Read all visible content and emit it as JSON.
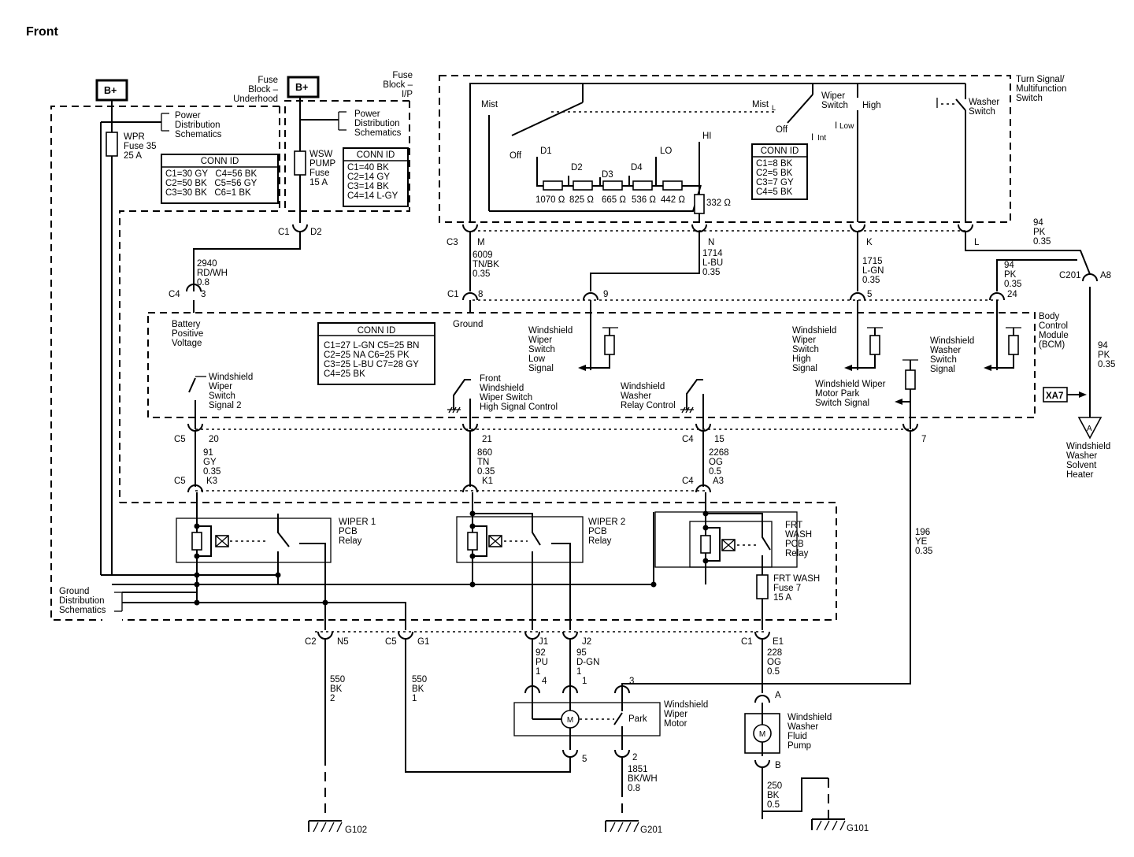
{
  "title": "Front",
  "labels": [
    {
      "id": "bplus-1",
      "text": "B+"
    },
    {
      "id": "bplus-2",
      "text": "B+"
    },
    {
      "id": "fuse-block-underhood",
      "lines": [
        "Fuse",
        "Block –",
        "Underhood"
      ]
    },
    {
      "id": "fuse-block-ip",
      "lines": [
        "Fuse",
        "Block –",
        "I/P"
      ]
    },
    {
      "id": "turn-signal-switch",
      "lines": [
        "Turn Signal/",
        "Multifunction",
        "Switch"
      ]
    },
    {
      "id": "pds-1",
      "lines": [
        "Power",
        "Distribution",
        "Schematics"
      ]
    },
    {
      "id": "pds-2",
      "lines": [
        "Power",
        "Distribution",
        "Schematics"
      ]
    },
    {
      "id": "wpr-fuse",
      "lines": [
        "WPR",
        "Fuse 35",
        "25 A"
      ]
    },
    {
      "id": "wsw-fuse",
      "lines": [
        "WSW",
        "PUMP",
        "Fuse",
        "15 A"
      ]
    },
    {
      "id": "mist-1",
      "text": "Mist"
    },
    {
      "id": "mist-2",
      "text": "Mist"
    },
    {
      "id": "mist-2-sub",
      "text": "L"
    },
    {
      "id": "off-1",
      "text": "Off"
    },
    {
      "id": "off-2",
      "text": "Off"
    },
    {
      "id": "wiper-switch",
      "lines": [
        "Wiper",
        "Switch"
      ]
    },
    {
      "id": "high",
      "text": "High"
    },
    {
      "id": "int",
      "text": "Int"
    },
    {
      "id": "low",
      "text": "Low"
    },
    {
      "id": "washer-switch",
      "lines": [
        "Washer",
        "Switch"
      ]
    },
    {
      "id": "d1",
      "text": "D1"
    },
    {
      "id": "d2",
      "text": "D2"
    },
    {
      "id": "d3",
      "text": "D3"
    },
    {
      "id": "d4",
      "text": "D4"
    },
    {
      "id": "lo",
      "text": "LO"
    },
    {
      "id": "hi",
      "text": "HI"
    },
    {
      "id": "r1070",
      "text": "1070 Ω"
    },
    {
      "id": "r825",
      "text": "825 Ω"
    },
    {
      "id": "r665",
      "text": "665 Ω"
    },
    {
      "id": "r536",
      "text": "536 Ω"
    },
    {
      "id": "r442",
      "text": "442 Ω"
    },
    {
      "id": "r332",
      "text": "332 Ω"
    },
    {
      "id": "c1-d2-c1",
      "text": "C1"
    },
    {
      "id": "c1-d2-d2",
      "text": "D2"
    },
    {
      "id": "w2940",
      "lines": [
        "2940",
        "RD/WH",
        "0.8"
      ]
    },
    {
      "id": "c4-3-c4",
      "text": "C4"
    },
    {
      "id": "c4-3-3",
      "text": "3"
    },
    {
      "id": "batt-pos",
      "lines": [
        "Battery",
        "Positive",
        "Voltage"
      ]
    },
    {
      "id": "c3m-c3",
      "text": "C3"
    },
    {
      "id": "c3m-m",
      "text": "M"
    },
    {
      "id": "w6009",
      "lines": [
        "6009",
        "TN/BK",
        "0.35"
      ]
    },
    {
      "id": "c1-8-c1",
      "text": "C1"
    },
    {
      "id": "c1-8-8",
      "text": "8"
    },
    {
      "id": "ground",
      "text": "Ground"
    },
    {
      "id": "pin-n",
      "text": "N"
    },
    {
      "id": "w1714",
      "lines": [
        "1714",
        "L-BU",
        "0.35"
      ]
    },
    {
      "id": "pin-9",
      "text": "9"
    },
    {
      "id": "pin-k",
      "text": "K"
    },
    {
      "id": "w1715",
      "lines": [
        "1715",
        "L-GN",
        "0.35"
      ]
    },
    {
      "id": "pin-5a",
      "text": "5"
    },
    {
      "id": "pin-l",
      "text": "L"
    },
    {
      "id": "w94a",
      "lines": [
        "94",
        "PK",
        "0.35"
      ]
    },
    {
      "id": "w94b",
      "lines": [
        "94",
        "PK",
        "0.35"
      ]
    },
    {
      "id": "pin-24",
      "text": "24"
    },
    {
      "id": "c201",
      "text": "C201"
    },
    {
      "id": "a8",
      "text": "A8"
    },
    {
      "id": "bcm",
      "lines": [
        "Body",
        "Control",
        "Module",
        "(BCM)"
      ]
    },
    {
      "id": "w94c",
      "lines": [
        "94",
        "PK",
        "0.35"
      ]
    },
    {
      "id": "xa7",
      "text": "XA7"
    },
    {
      "id": "conn-id-bcm-title",
      "text": "CONN ID"
    },
    {
      "id": "conn-id-bcm-rows",
      "lines": [
        "C1=27 L-GN  C5=25 BN",
        "C2=25 NA     C6=25 PK",
        "C3=25 L-BU  C7=28 GY",
        "C4=25 BK"
      ]
    },
    {
      "id": "ws-low",
      "lines": [
        "Windshield",
        "Wiper",
        "Switch",
        "Low",
        "Signal"
      ]
    },
    {
      "id": "ws-high",
      "lines": [
        "Windshield",
        "Wiper",
        "Switch",
        "High",
        "Signal"
      ]
    },
    {
      "id": "wash-sig",
      "lines": [
        "Windshield",
        "Washer",
        "Switch",
        "Signal"
      ]
    },
    {
      "id": "ws-sig2",
      "lines": [
        "Windshield",
        "Wiper",
        "Switch",
        "Signal 2"
      ]
    },
    {
      "id": "front-hsc",
      "lines": [
        "Front",
        "Windshield",
        "Wiper Switch",
        "High Signal Control"
      ]
    },
    {
      "id": "wash-relay-ctl",
      "lines": [
        "Windshield",
        "Washer",
        "Relay Control"
      ]
    },
    {
      "id": "park-sig",
      "lines": [
        "Windshield Wiper",
        "Motor Park",
        "Switch Signal"
      ]
    },
    {
      "id": "wsh-heater",
      "lines": [
        "Windshield",
        "Washer",
        "Solvent",
        "Heater"
      ]
    },
    {
      "id": "heater-a",
      "text": "A"
    },
    {
      "id": "c5-20-c5",
      "text": "C5"
    },
    {
      "id": "c5-20-20",
      "text": "20"
    },
    {
      "id": "w91",
      "lines": [
        "91",
        "GY",
        "0.35"
      ]
    },
    {
      "id": "c5-k3-c5",
      "text": "C5"
    },
    {
      "id": "c5-k3-k3",
      "text": "K3"
    },
    {
      "id": "pin-21",
      "text": "21"
    },
    {
      "id": "w860",
      "lines": [
        "860",
        "TN",
        "0.35"
      ]
    },
    {
      "id": "pin-k1",
      "text": "K1"
    },
    {
      "id": "c4-15-c4",
      "text": "C4"
    },
    {
      "id": "c4-15-15",
      "text": "15"
    },
    {
      "id": "w2268",
      "lines": [
        "2268",
        "OG",
        "0.5"
      ]
    },
    {
      "id": "c4-a3-c4",
      "text": "C4"
    },
    {
      "id": "c4-a3-a3",
      "text": "A3"
    },
    {
      "id": "pin-7",
      "text": "7"
    },
    {
      "id": "wiper1-relay",
      "lines": [
        "WIPER 1",
        "PCB",
        "Relay"
      ]
    },
    {
      "id": "wiper2-relay",
      "lines": [
        "WIPER 2",
        "PCB",
        "Relay"
      ]
    },
    {
      "id": "frtwash-relay",
      "lines": [
        "FRT",
        "WASH",
        "PCB",
        "Relay"
      ]
    },
    {
      "id": "frtwash-fuse",
      "lines": [
        "FRT WASH",
        "Fuse 7",
        "15 A"
      ]
    },
    {
      "id": "w196",
      "lines": [
        "196",
        "YE",
        "0.35"
      ]
    },
    {
      "id": "gds",
      "lines": [
        "Ground",
        "Distribution",
        "Schematics"
      ]
    },
    {
      "id": "c2-n5-c2",
      "text": "C2"
    },
    {
      "id": "c2-n5-n5",
      "text": "N5"
    },
    {
      "id": "c5-g1-c5",
      "text": "C5"
    },
    {
      "id": "c5-g1-g1",
      "text": "G1"
    },
    {
      "id": "pin-j1",
      "text": "J1"
    },
    {
      "id": "pin-j2",
      "text": "J2"
    },
    {
      "id": "c1-e1-c1",
      "text": "C1"
    },
    {
      "id": "c1-e1-e1",
      "text": "E1"
    },
    {
      "id": "w550a",
      "lines": [
        "550",
        "BK",
        "2"
      ]
    },
    {
      "id": "w550b",
      "lines": [
        "550",
        "BK",
        "1"
      ]
    },
    {
      "id": "w92",
      "lines": [
        "92",
        "PU",
        "1"
      ]
    },
    {
      "id": "w95",
      "lines": [
        "95",
        "D-GN",
        "1"
      ]
    },
    {
      "id": "w228",
      "lines": [
        "228",
        "OG",
        "0.5"
      ]
    },
    {
      "id": "motor-pin-4",
      "text": "4"
    },
    {
      "id": "motor-pin-1",
      "text": "1"
    },
    {
      "id": "motor-pin-3",
      "text": "3"
    },
    {
      "id": "pump-pin-a",
      "text": "A"
    },
    {
      "id": "park",
      "text": "Park"
    },
    {
      "id": "wiper-motor",
      "lines": [
        "Windshield",
        "Wiper",
        "Motor"
      ]
    },
    {
      "id": "washer-pump",
      "lines": [
        "Windshield",
        "Washer",
        "Fluid",
        "Pump"
      ]
    },
    {
      "id": "motor-pin-5",
      "text": "5"
    },
    {
      "id": "motor-pin-2",
      "text": "2"
    },
    {
      "id": "w1851",
      "lines": [
        "1851",
        "BK/WH",
        "0.8"
      ]
    },
    {
      "id": "pump-pin-b",
      "text": "B"
    },
    {
      "id": "w250",
      "lines": [
        "250",
        "BK",
        "0.5"
      ]
    },
    {
      "id": "g102",
      "text": "G102"
    },
    {
      "id": "g201",
      "text": "G201"
    },
    {
      "id": "g101",
      "text": "G101"
    },
    {
      "id": "m1",
      "text": "M"
    },
    {
      "id": "m2",
      "text": "M"
    }
  ],
  "conn_tables": [
    {
      "id": "conn-underhood",
      "title": "CONN ID",
      "rows": [
        "C1=30 GY   C4=56 BK",
        "C2=50 BK   C5=56 GY",
        "C3=30 BK   C6=1 BK"
      ]
    },
    {
      "id": "conn-ip",
      "title": "CONN ID",
      "rows": [
        "C1=40 BK",
        "C2=14 GY",
        "C3=14 BK",
        "C4=14 L-GY"
      ]
    },
    {
      "id": "conn-switch",
      "title": "CONN ID",
      "rows": [
        "C1=8 BK",
        "C2=5 BK",
        "C3=7 GY",
        "C4=5 BK"
      ]
    }
  ]
}
